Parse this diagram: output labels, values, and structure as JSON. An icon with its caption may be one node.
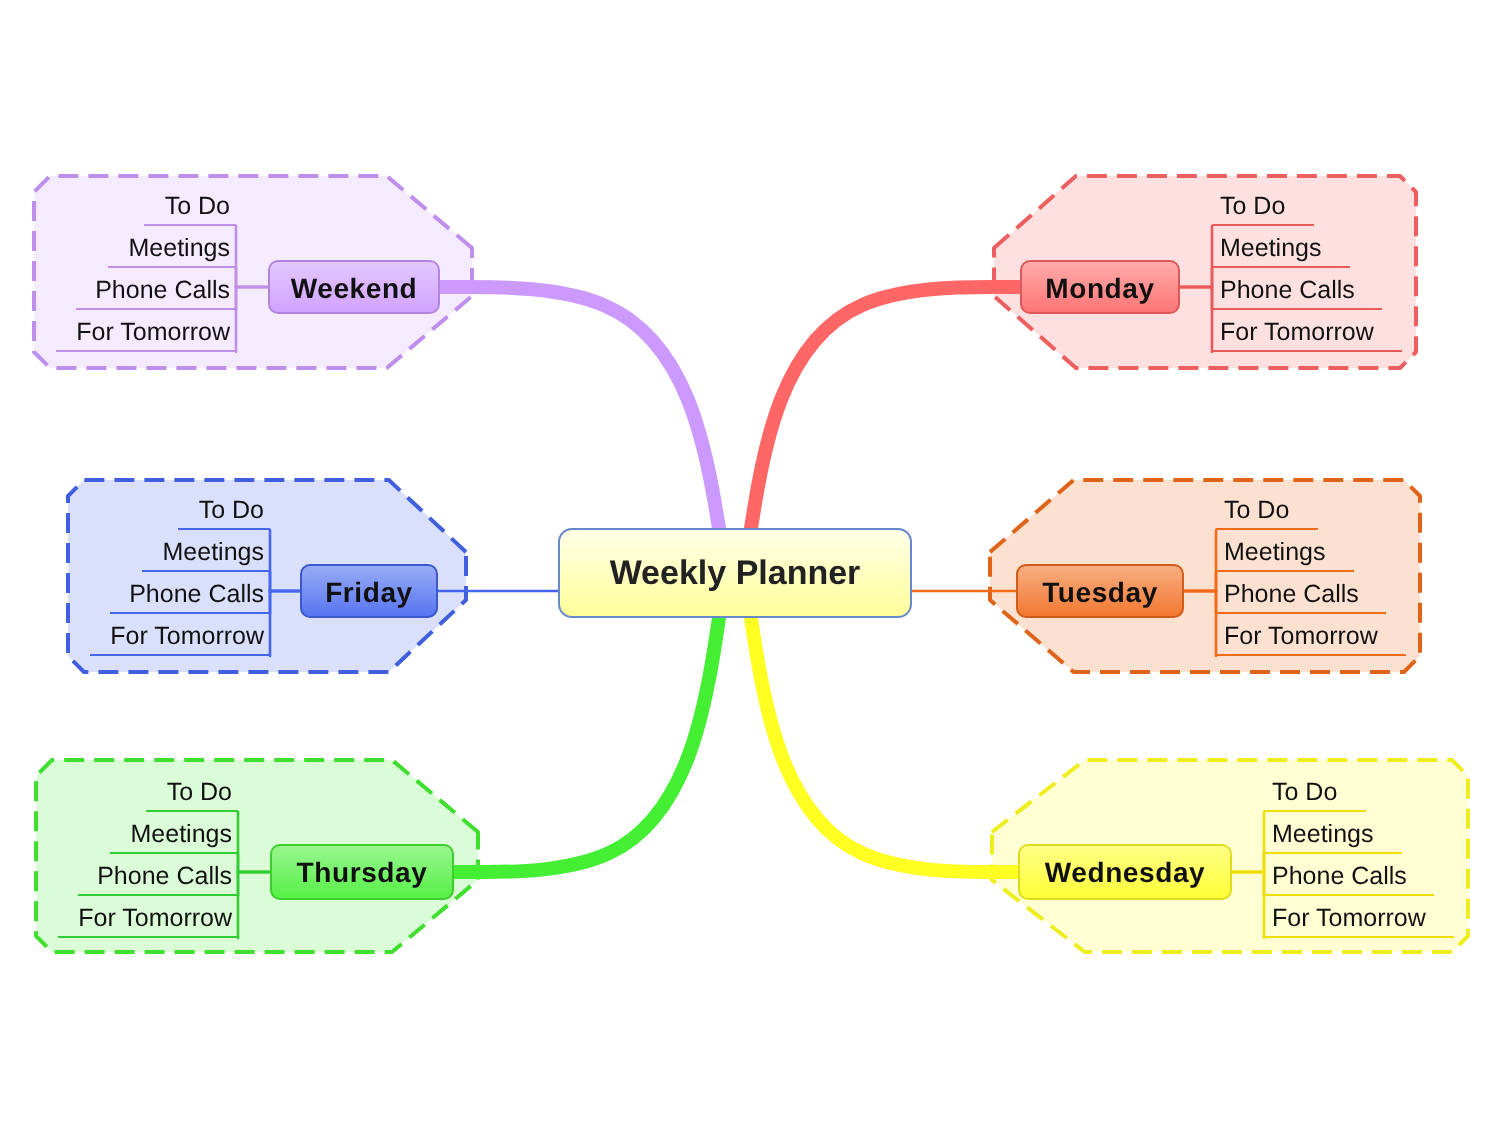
{
  "diagram": {
    "nodes": [
      {
        "text": [
          "Weekly Planner"
        ]
      },
      {
        "text": [],
        "shape": "box"
      },
      {
        "text": [
          "Monday"
        ],
        "in": 1
      },
      {
        "text": [
          "To Do"
        ],
        "in": 1
      },
      {
        "text": [
          "Meetings"
        ],
        "in": 1
      },
      {
        "text": [
          "Phone Calls"
        ],
        "in": 1
      },
      {
        "text": [
          "For Tomorrow"
        ],
        "in": 1
      },
      {
        "text": [],
        "shape": "box"
      },
      {
        "text": [
          "Tuesday"
        ],
        "in": 7
      },
      {
        "text": [
          "To Do"
        ],
        "in": 7
      },
      {
        "text": [
          "Meetings"
        ],
        "in": 7
      },
      {
        "text": [
          "Phone Calls"
        ],
        "in": 7
      },
      {
        "text": [
          "For Tomorrow"
        ],
        "in": 7
      },
      {
        "text": [],
        "shape": "box"
      },
      {
        "text": [
          "Wednesday"
        ],
        "in": 13
      },
      {
        "text": [
          "To Do"
        ],
        "in": 13
      },
      {
        "text": [
          "Meetings"
        ],
        "in": 13
      },
      {
        "text": [
          "Phone Calls"
        ],
        "in": 13
      },
      {
        "text": [
          "For Tomorrow"
        ],
        "in": 13
      },
      {
        "text": [],
        "shape": "box"
      },
      {
        "text": [
          "Thursday"
        ],
        "in": 19
      },
      {
        "text": [
          "To Do"
        ],
        "in": 19
      },
      {
        "text": [
          "Meetings"
        ],
        "in": 19
      },
      {
        "text": [
          "Phone Calls"
        ],
        "in": 19
      },
      {
        "text": [
          "For Tomorrow"
        ],
        "in": 19
      },
      {
        "text": [],
        "shape": "box"
      },
      {
        "text": [
          "Friday"
        ],
        "in": 25
      },
      {
        "text": [
          "To Do"
        ],
        "in": 25
      },
      {
        "text": [
          "Meetings"
        ],
        "in": 25
      },
      {
        "text": [
          "Phone Calls"
        ],
        "in": 25
      },
      {
        "text": [
          "For Tomorrow"
        ],
        "in": 25
      },
      {
        "text": [],
        "shape": "box"
      },
      {
        "text": [
          "Weekend"
        ],
        "in": 31
      },
      {
        "text": [
          "To Do"
        ],
        "in": 31
      },
      {
        "text": [
          "Meetings"
        ],
        "in": 31
      },
      {
        "text": [
          "Phone Calls"
        ],
        "in": 31
      },
      {
        "text": [
          "For Tomorrow"
        ],
        "in": 31
      }
    ],
    "edges": [
      {
        "from": 0,
        "to": 2,
        "arrow": "none",
        "style": "thick",
        "color": "#ff6666"
      },
      {
        "from": 2,
        "to": 3,
        "arrow": "none",
        "color": "#e85a5a"
      },
      {
        "from": 2,
        "to": 4,
        "arrow": "none",
        "color": "#e85a5a"
      },
      {
        "from": 2,
        "to": 5,
        "arrow": "none",
        "color": "#e85a5a"
      },
      {
        "from": 2,
        "to": 6,
        "arrow": "none",
        "color": "#e85a5a"
      },
      {
        "from": 0,
        "to": 8,
        "arrow": "none",
        "color": "#f06a1a"
      },
      {
        "from": 8,
        "to": 9,
        "arrow": "none",
        "color": "#f06a1a"
      },
      {
        "from": 8,
        "to": 10,
        "arrow": "none",
        "color": "#f06a1a"
      },
      {
        "from": 8,
        "to": 11,
        "arrow": "none",
        "color": "#f06a1a"
      },
      {
        "from": 8,
        "to": 12,
        "arrow": "none",
        "color": "#f06a1a"
      },
      {
        "from": 0,
        "to": 14,
        "arrow": "none",
        "style": "thick",
        "color": "#ffff22"
      },
      {
        "from": 14,
        "to": 15,
        "arrow": "none",
        "color": "#eedd00"
      },
      {
        "from": 14,
        "to": 16,
        "arrow": "none",
        "color": "#eedd00"
      },
      {
        "from": 14,
        "to": 17,
        "arrow": "none",
        "color": "#eedd00"
      },
      {
        "from": 14,
        "to": 18,
        "arrow": "none",
        "color": "#eedd00"
      },
      {
        "from": 0,
        "to": 20,
        "arrow": "none",
        "style": "thick",
        "color": "#44ee33"
      },
      {
        "from": 20,
        "to": 21,
        "arrow": "none",
        "color": "#33cc33"
      },
      {
        "from": 20,
        "to": 22,
        "arrow": "none",
        "color": "#33cc33"
      },
      {
        "from": 20,
        "to": 23,
        "arrow": "none",
        "color": "#33cc33"
      },
      {
        "from": 20,
        "to": 24,
        "arrow": "none",
        "color": "#33cc33"
      },
      {
        "from": 0,
        "to": 26,
        "arrow": "none",
        "color": "#4466ee"
      },
      {
        "from": 26,
        "to": 27,
        "arrow": "none",
        "color": "#4466ee"
      },
      {
        "from": 26,
        "to": 28,
        "arrow": "none",
        "color": "#4466ee"
      },
      {
        "from": 26,
        "to": 29,
        "arrow": "none",
        "color": "#4466ee"
      },
      {
        "from": 26,
        "to": 30,
        "arrow": "none",
        "color": "#4466ee"
      },
      {
        "from": 0,
        "to": 32,
        "arrow": "none",
        "style": "thick",
        "color": "#cc99ff"
      },
      {
        "from": 32,
        "to": 33,
        "arrow": "none",
        "color": "#c090e8"
      },
      {
        "from": 32,
        "to": 34,
        "arrow": "none",
        "color": "#c090e8"
      },
      {
        "from": 32,
        "to": 35,
        "arrow": "none",
        "color": "#c090e8"
      },
      {
        "from": 32,
        "to": 36,
        "arrow": "none",
        "color": "#c090e8"
      }
    ]
  }
}
